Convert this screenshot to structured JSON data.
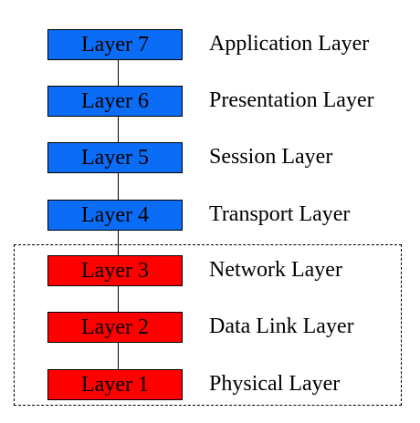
{
  "colors": {
    "upper_layer_fill": "#0b6cf5",
    "lower_layer_fill": "#ff0000",
    "line": "#000000"
  },
  "layers": [
    {
      "label": "Layer 7",
      "name": "Application Layer",
      "group": "upper"
    },
    {
      "label": "Layer 6",
      "name": "Presentation Layer",
      "group": "upper"
    },
    {
      "label": "Layer 5",
      "name": "Session Layer",
      "group": "upper"
    },
    {
      "label": "Layer 4",
      "name": "Transport Layer",
      "group": "upper"
    },
    {
      "label": "Layer 3",
      "name": "Network Layer",
      "group": "lower"
    },
    {
      "label": "Layer 2",
      "name": "Data Link Layer",
      "group": "lower"
    },
    {
      "label": "Layer 1",
      "name": "Physical Layer",
      "group": "lower"
    }
  ]
}
